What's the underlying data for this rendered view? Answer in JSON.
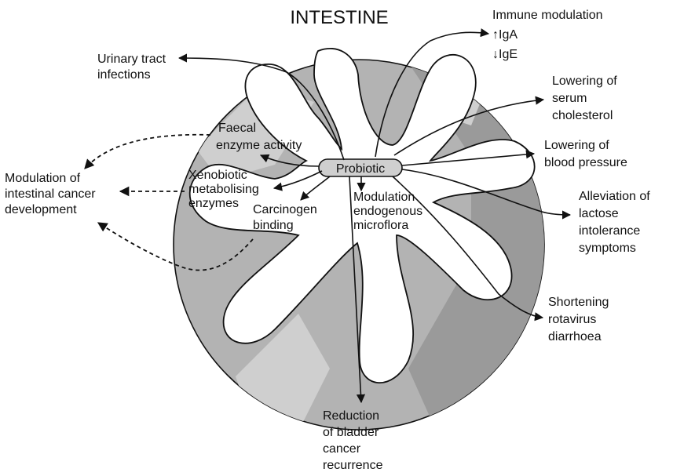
{
  "title": "INTESTINE",
  "center_label": "Probiotic",
  "labels": {
    "immune": "Immune modulation",
    "iga": "IgA",
    "ige": "IgE",
    "urinary": [
      "Urinary tract",
      "infections"
    ],
    "faecal": [
      "Faecal",
      "enzyme activity"
    ],
    "modulation_cancer": [
      "Modulation of",
      "intestinal cancer",
      "development"
    ],
    "xenobiotic": [
      "Xenobiotic",
      "metabolising",
      "enzymes"
    ],
    "carcinogen": [
      "Carcinogen",
      "binding"
    ],
    "microflora": [
      "Modulation",
      "endogenous",
      "microflora"
    ],
    "cholesterol": [
      "Lowering of",
      "serum",
      "cholesterol"
    ],
    "blood_pressure": [
      "Lowering of",
      "blood pressure"
    ],
    "lactose": [
      "Alleviation of",
      "lactose",
      "intolerance",
      "symptoms"
    ],
    "rotavirus": [
      "Shortening",
      "rotavirus",
      "diarrhoea"
    ],
    "bladder": [
      "Reduction",
      "of bladder",
      "cancer",
      "recurrence"
    ]
  },
  "colors": {
    "outer_circle": "#b3b3b3",
    "dark_shade": "#9a9a9a",
    "light_shade": "#cfcfcf",
    "lumen": "#ffffff",
    "ink": "#111111"
  }
}
